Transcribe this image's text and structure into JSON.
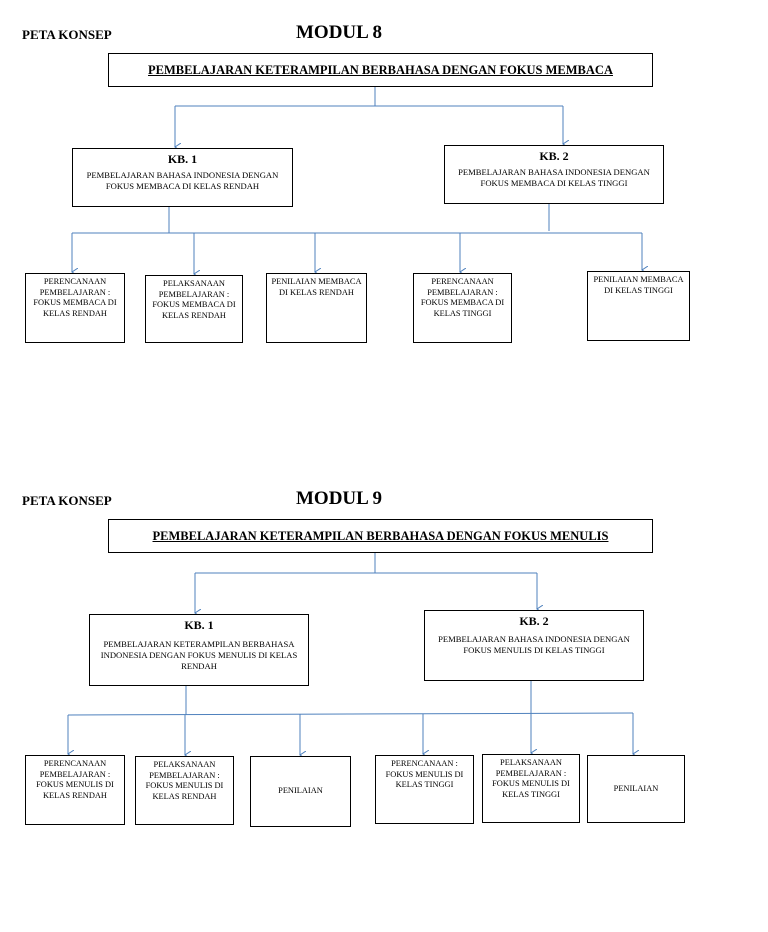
{
  "module8": {
    "peta": "PETA KONSEP",
    "modul": "MODUL 8",
    "title": "PEMBELAJARAN KETERAMPILAN BERBAHASA DENGAN FOKUS MEMBACA",
    "kb1": {
      "label": "KB. 1",
      "desc": "PEMBELAJARAN BAHASA INDONESIA DENGAN FOKUS MEMBACA DI KELAS RENDAH"
    },
    "kb2": {
      "label": "KB. 2",
      "desc": "PEMBELAJARAN BAHASA INDONESIA DENGAN FOKUS MEMBACA DI KELAS TINGGI"
    },
    "leaves": [
      "PERENCANAAN PEMBELAJARAN : FOKUS MEMBACA DI KELAS RENDAH",
      "PELAKSANAAN PEMBELAJARAN : FOKUS MEMBACA DI KELAS RENDAH",
      "PENILAIAN MEMBACA DI KELAS RENDAH",
      "PERENCANAAN PEMBELAJARAN : FOKUS MEMBACA DI KELAS TINGGI",
      "PENILAIAN MEMBACA DI KELAS TINGGI"
    ]
  },
  "module9": {
    "peta": "PETA KONSEP",
    "modul": "MODUL 9",
    "title": "PEMBELAJARAN KETERAMPILAN BERBAHASA DENGAN FOKUS MENULIS",
    "kb1": {
      "label": "KB. 1",
      "desc": "PEMBELAJARAN KETERAMPILAN BERBAHASA INDONESIA DENGAN FOKUS MENULIS DI KELAS RENDAH"
    },
    "kb2": {
      "label": "KB. 2",
      "desc": "PEMBELAJARAN BAHASA INDONESIA DENGAN FOKUS MENULIS DI KELAS TINGGI"
    },
    "leaves": [
      "PERENCANAAN PEMBELAJARAN : FOKUS MENULIS DI KELAS RENDAH",
      "PELAKSANAAN PEMBELAJARAN : FOKUS MENULIS DI KELAS RENDAH",
      "PENILAIAN",
      "PERENCANAAN : FOKUS MENULIS DI KELAS TINGGI",
      "PELAKSANAAN PEMBELAJARAN : FOKUS MENULIS DI KELAS TINGGI",
      "PENILAIAN"
    ]
  },
  "colors": {
    "connector": "#4f81bd",
    "border": "#000000"
  }
}
